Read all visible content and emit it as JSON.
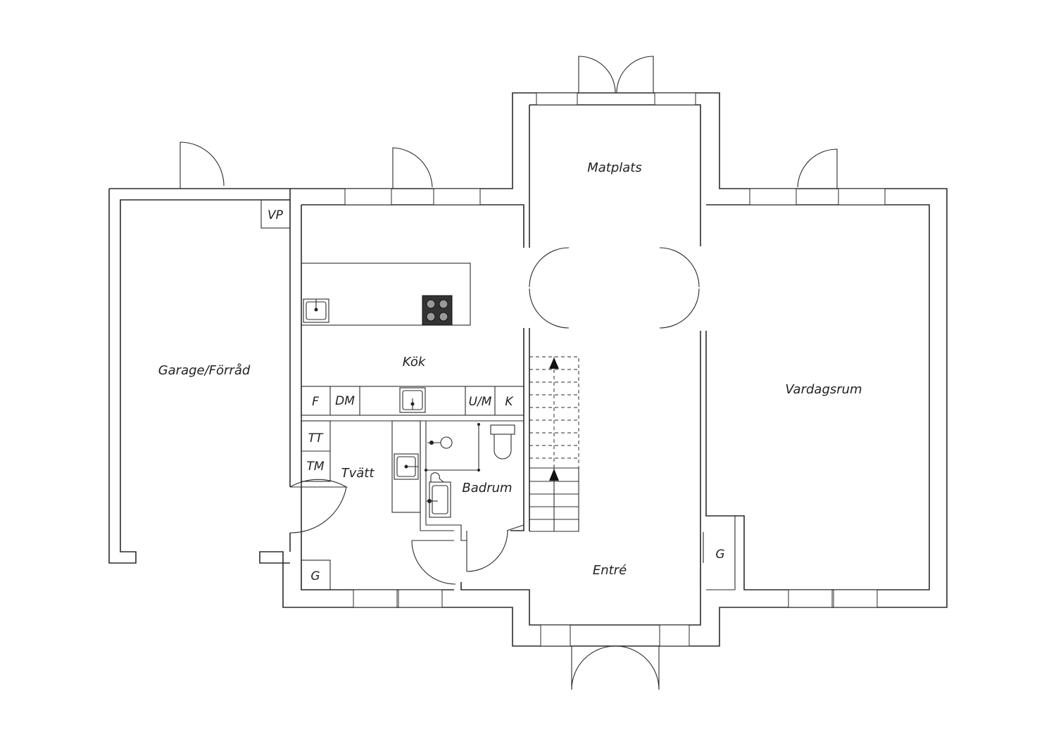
{
  "rooms": {
    "garage": "Garage/Förråd",
    "kitchen": "Kök",
    "laundry": "Tvätt",
    "bathroom": "Badrum",
    "dining": "Matplats",
    "living": "Vardagsrum",
    "entrance": "Entré"
  },
  "fixtures": {
    "heat_pump": "VP",
    "fridge": "F",
    "dishwasher": "DM",
    "oven_microwave": "U/M",
    "freezer": "K",
    "dryer": "TT",
    "washing_machine": "TM",
    "wardrobe_laundry": "G",
    "wardrobe_entrance": "G"
  }
}
